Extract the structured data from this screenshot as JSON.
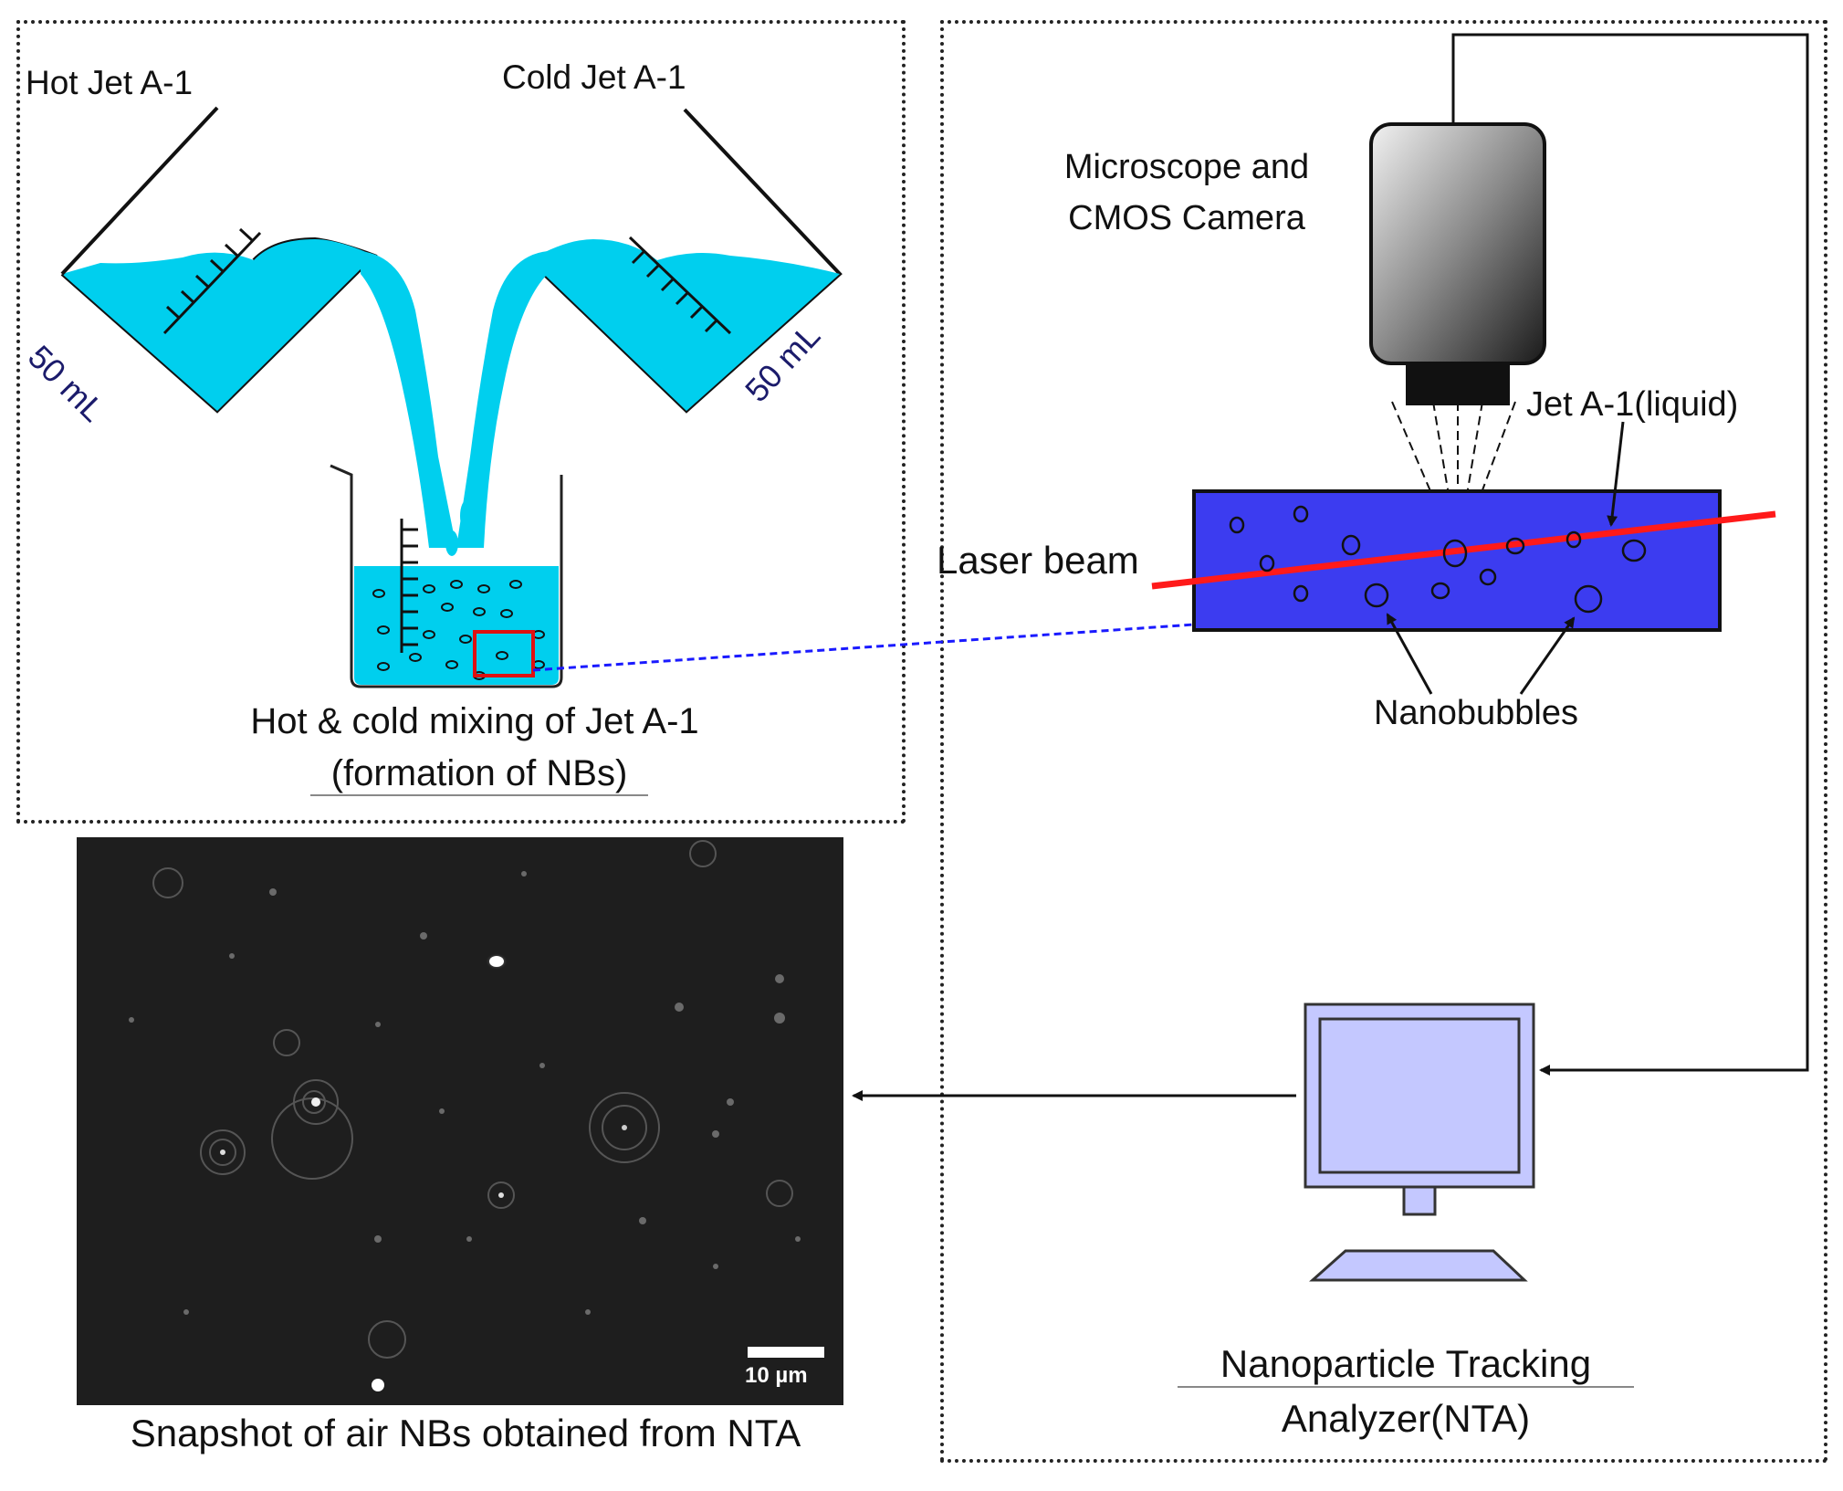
{
  "mixing_panel": {
    "hot_label": "Hot Jet A-1",
    "cold_label": "Cold Jet A-1",
    "left_volume": "50 mL",
    "right_volume": "50 mL",
    "caption_line1": "Hot & cold mixing of Jet A-1",
    "caption_line2": "(formation of NBs)"
  },
  "nta_panel": {
    "camera_label_line1": "Microscope and",
    "camera_label_line2": "CMOS Camera",
    "liquid_label": "Jet A-1(liquid)",
    "laser_label": "Laser beam",
    "bubbles_label": "Nanobubbles",
    "analyzer_line1": "Nanoparticle Tracking",
    "analyzer_line2": "Analyzer(NTA)"
  },
  "snapshot": {
    "caption": "Snapshot of air NBs obtained from NTA",
    "scale_label": "10 µm"
  },
  "colors": {
    "liquid": "#00cfee",
    "cell": "#3c3cf0",
    "laser": "#ff1a1a",
    "monitor": "#c4c8ff",
    "link": "#1a1aff"
  }
}
